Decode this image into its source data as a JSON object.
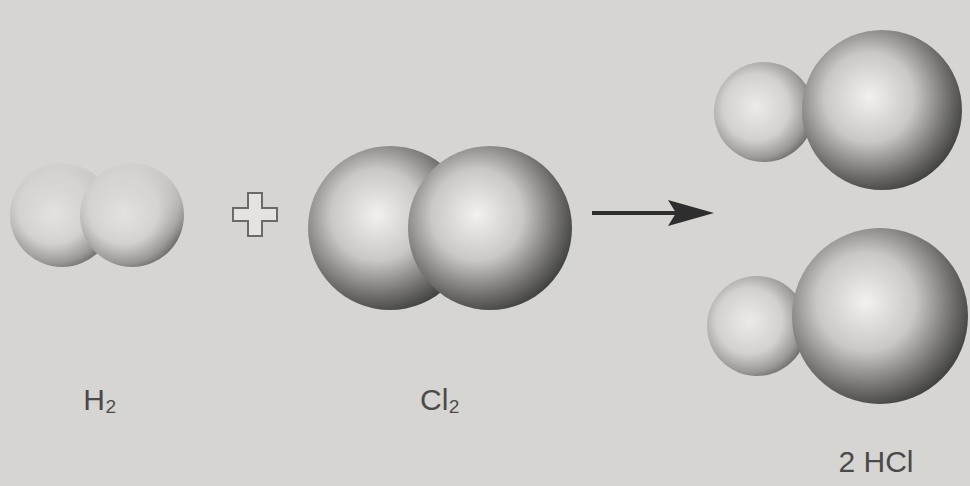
{
  "diagram": {
    "labels": [
      "H₂",
      "Cl₂",
      "2 HCl"
    ]
  }
}
